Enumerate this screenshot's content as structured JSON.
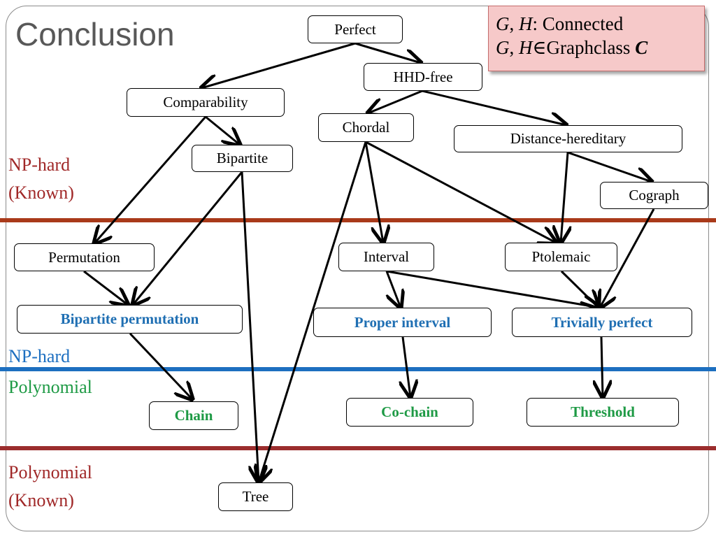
{
  "slide": {
    "title": "Conclusion"
  },
  "note": {
    "line1_g": "G",
    "line1_sep": ", ",
    "line1_h": "H",
    "line1_rest": ": Connected",
    "line2_g": "G",
    "line2_sep": ", ",
    "line2_h": "H",
    "line2_rest": "∈Graphclass ",
    "line2_c": "C"
  },
  "bands": {
    "np_hard_known_1": "NP-hard",
    "np_hard_known_2": "(Known)",
    "np_hard": "NP-hard",
    "polynomial": "Polynomial",
    "polynomial_known_1": "Polynomial",
    "polynomial_known_2": "(Known)"
  },
  "colors": {
    "red_line": "#a93a1a",
    "blue_line": "#1d6fc0",
    "brown_line": "#9b2d2d",
    "np_hard_known_text": "#a02828",
    "np_hard_text": "#1d6fc0",
    "polynomial_text": "#1e9a45",
    "polynomial_known_text": "#a02828"
  },
  "nodes": {
    "perfect": "Perfect",
    "hhd_free": "HHD-free",
    "comparability": "Comparability",
    "bipartite": "Bipartite",
    "chordal": "Chordal",
    "distance_hereditary": "Distance-hereditary",
    "cograph": "Cograph",
    "permutation": "Permutation",
    "interval": "Interval",
    "ptolemaic": "Ptolemaic",
    "bipartite_permutation": "Bipartite permutation",
    "proper_interval": "Proper interval",
    "trivially_perfect": "Trivially perfect",
    "chain": "Chain",
    "co_chain": "Co-chain",
    "threshold": "Threshold",
    "tree": "Tree"
  }
}
